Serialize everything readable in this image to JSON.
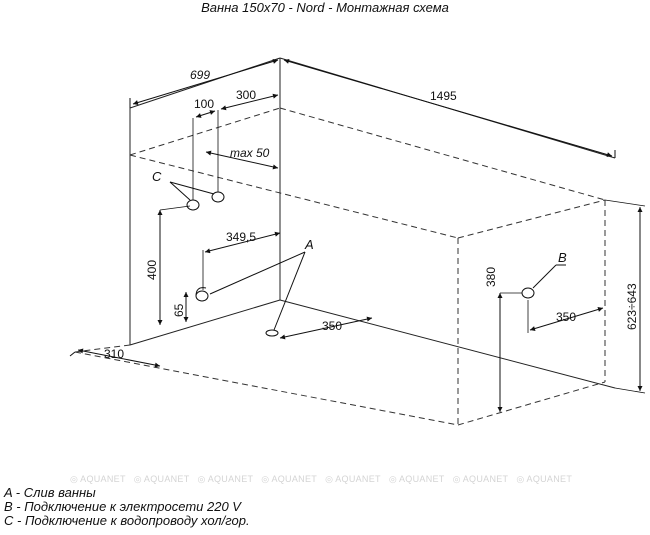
{
  "title": "Ванна 150x70 - Nord - Монтажная схема",
  "dimensions": {
    "d699": "699",
    "d100": "100",
    "d300": "300",
    "d1495": "1495",
    "max50": "max 50",
    "d349_5": "349,5",
    "d400": "400",
    "d65": "65",
    "d350_left": "350",
    "d310": "310",
    "d380": "380",
    "d350_right": "350",
    "d623_643": "623÷643"
  },
  "markers": {
    "a": "A",
    "b": "B",
    "c": "C"
  },
  "watermark": [
    "AQUANET",
    "AQUANET",
    "AQUANET",
    "AQUANET",
    "AQUANET",
    "AQUANET",
    "AQUANET",
    "AQUANET"
  ],
  "legend": [
    "A - Слив ванны",
    "B - Подключение к электросети 220 V",
    "C - Подключение к водопроводу хол/гор."
  ]
}
